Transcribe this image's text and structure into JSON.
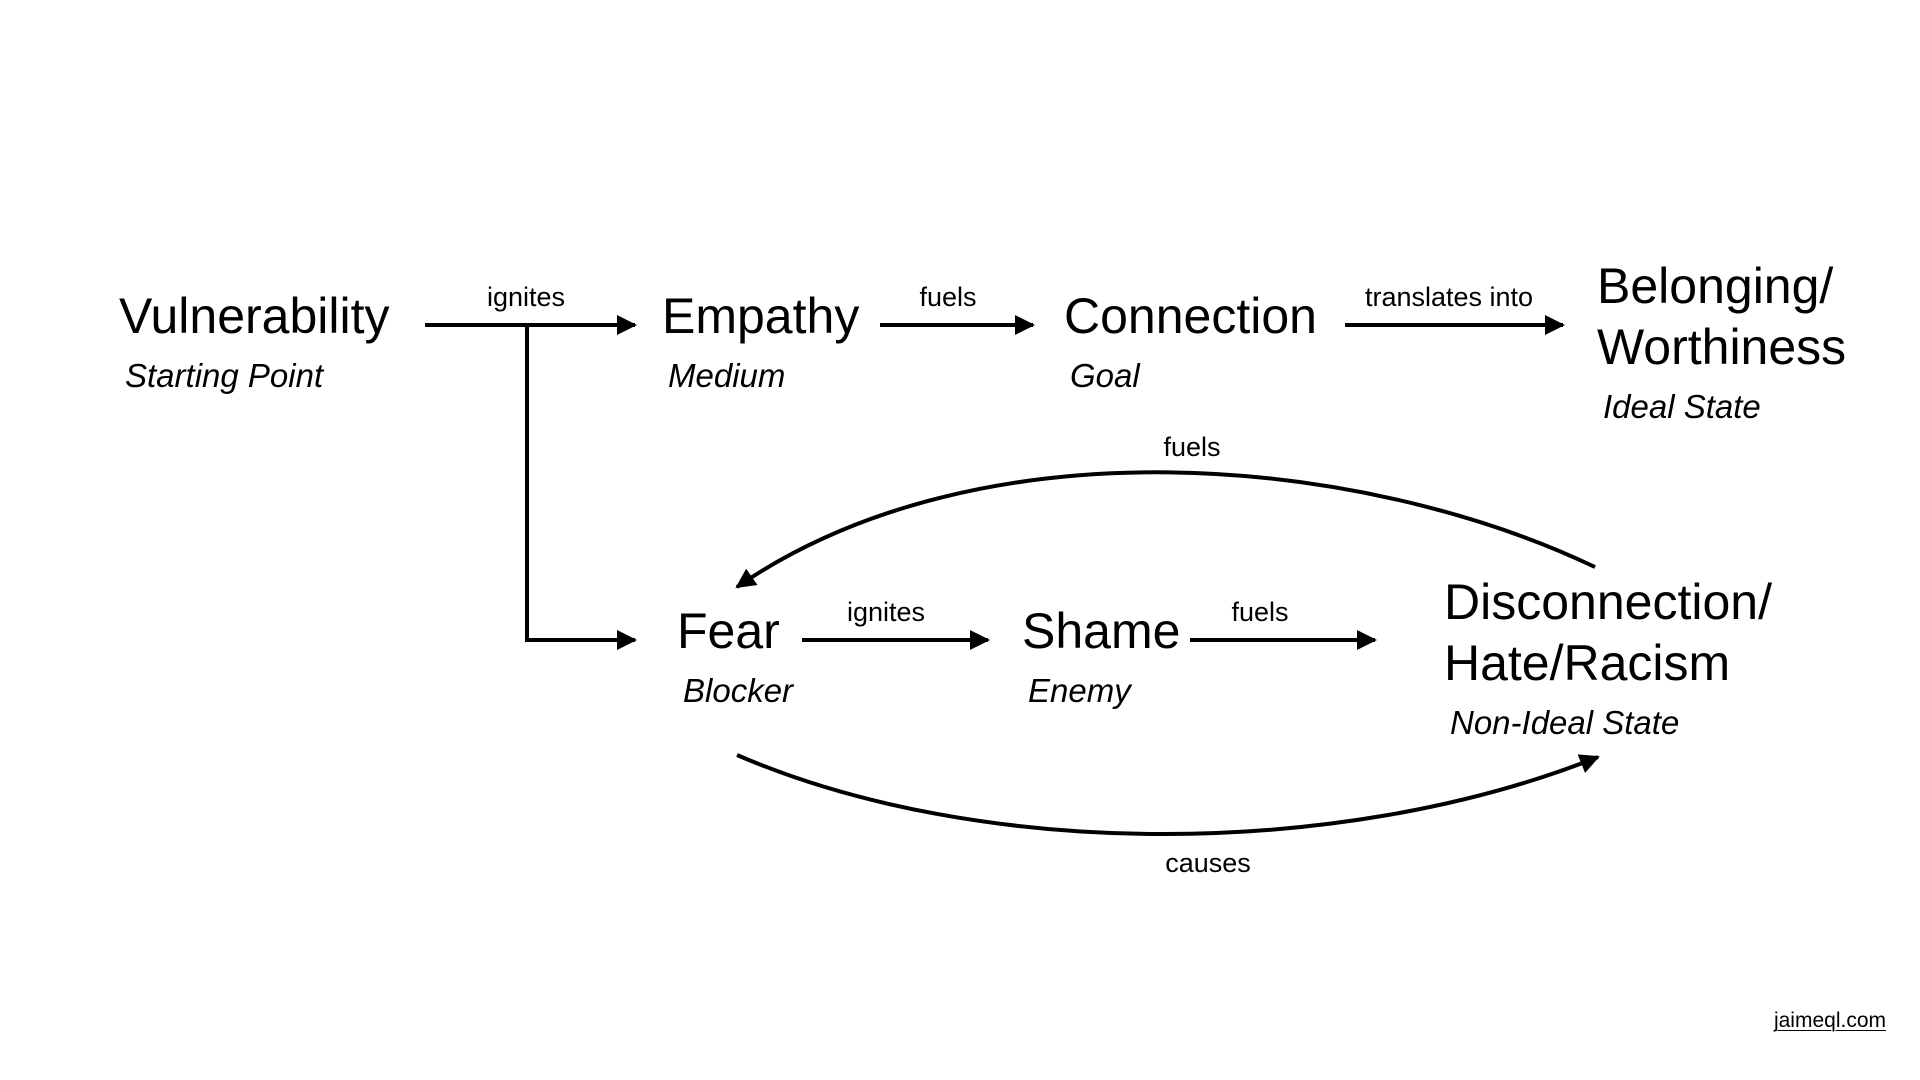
{
  "nodes": {
    "vulnerability": {
      "title": "Vulnerability",
      "subtitle": "Starting Point"
    },
    "empathy": {
      "title": "Empathy",
      "subtitle": "Medium"
    },
    "connection": {
      "title": "Connection",
      "subtitle": "Goal"
    },
    "belonging": {
      "title_line1": "Belonging/",
      "title_line2": "Worthiness",
      "subtitle": "Ideal State"
    },
    "fear": {
      "title": "Fear",
      "subtitle": "Blocker"
    },
    "shame": {
      "title": "Shame",
      "subtitle": "Enemy"
    },
    "disconnection": {
      "title_line1": "Disconnection/",
      "title_line2": "Hate/Racism",
      "subtitle": "Non-Ideal State"
    }
  },
  "edges": {
    "vulnerability_to_empathy": "ignites",
    "empathy_to_connection": "fuels",
    "connection_to_belonging": "translates into",
    "disconnection_to_fear": "fuels",
    "fear_to_shame": "ignites",
    "shame_to_disconnection": "fuels",
    "fear_to_disconnection": "causes"
  },
  "footer": {
    "site": "jaimeql.com"
  }
}
